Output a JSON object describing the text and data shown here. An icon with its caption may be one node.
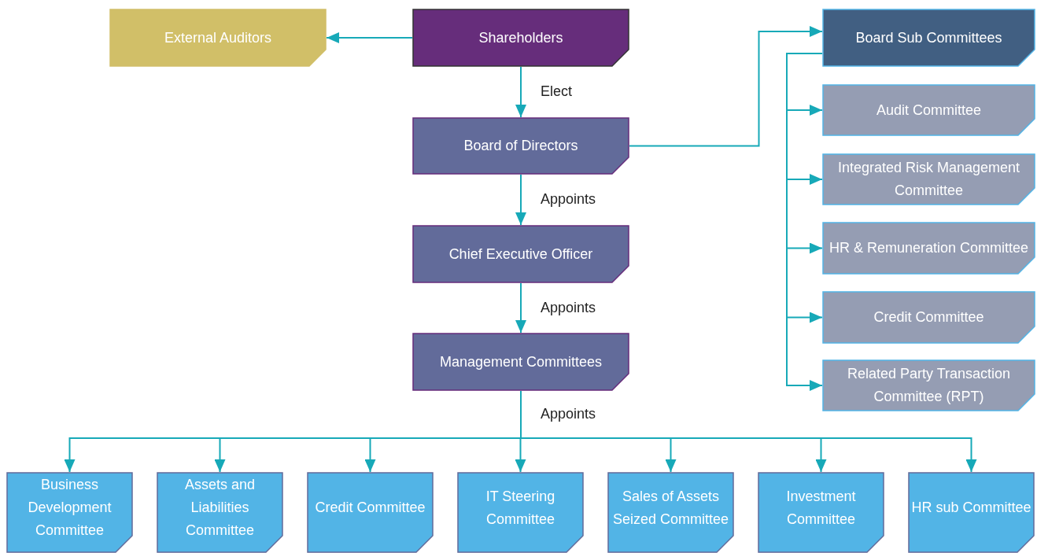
{
  "diagram": {
    "nodes": [
      {
        "text": [
          "External Auditors"
        ]
      },
      {
        "text": [
          "Shareholders"
        ]
      },
      {
        "text": [
          "Board of Directors"
        ]
      },
      {
        "text": [
          "Chief Executive Officer"
        ]
      },
      {
        "text": [
          "Management Committees"
        ]
      },
      {
        "text": [
          "Board Sub Committees"
        ]
      },
      {
        "text": [
          "Audit Committee"
        ]
      },
      {
        "text": [
          "Integrated Risk Management Committee"
        ]
      },
      {
        "text": [
          "HR & Remuneration Committee"
        ]
      },
      {
        "text": [
          "Credit Committee"
        ]
      },
      {
        "text": [
          "Related Party Transaction Committee (RPT)"
        ]
      },
      {
        "text": [
          "Business Development Committee"
        ]
      },
      {
        "text": [
          "Assets and Liabilities Committee"
        ]
      },
      {
        "text": [
          "Credit Committee"
        ]
      },
      {
        "text": [
          "IT Steering Committee"
        ]
      },
      {
        "text": [
          "Sales of Assets Seized Committee"
        ]
      },
      {
        "text": [
          "Investment Committee"
        ]
      },
      {
        "text": [
          "HR sub Committee"
        ]
      }
    ],
    "edges": [
      {
        "from": 1,
        "to": 0,
        "arrow": "to"
      },
      {
        "from": 1,
        "to": 2,
        "arrow": "to",
        "label": "Elect"
      },
      {
        "from": 2,
        "to": 3,
        "arrow": "to",
        "label": "Appoints"
      },
      {
        "from": 3,
        "to": 4,
        "arrow": "to",
        "label": "Appoints"
      },
      {
        "from": 2,
        "to": 5,
        "arrow": "to"
      },
      {
        "from": 5,
        "to": 6,
        "arrow": "to"
      },
      {
        "from": 5,
        "to": 7,
        "arrow": "to"
      },
      {
        "from": 5,
        "to": 8,
        "arrow": "to"
      },
      {
        "from": 5,
        "to": 9,
        "arrow": "to"
      },
      {
        "from": 5,
        "to": 10,
        "arrow": "to"
      },
      {
        "from": 4,
        "to": 11,
        "arrow": "to"
      },
      {
        "from": 4,
        "to": 12,
        "arrow": "to"
      },
      {
        "from": 4,
        "to": 13,
        "arrow": "to"
      },
      {
        "from": 4,
        "to": 14,
        "arrow": "to",
        "label": "Appoints"
      },
      {
        "from": 4,
        "to": 15,
        "arrow": "to"
      },
      {
        "from": 4,
        "to": 16,
        "arrow": "to"
      },
      {
        "from": 4,
        "to": 17,
        "arrow": "to"
      }
    ]
  }
}
